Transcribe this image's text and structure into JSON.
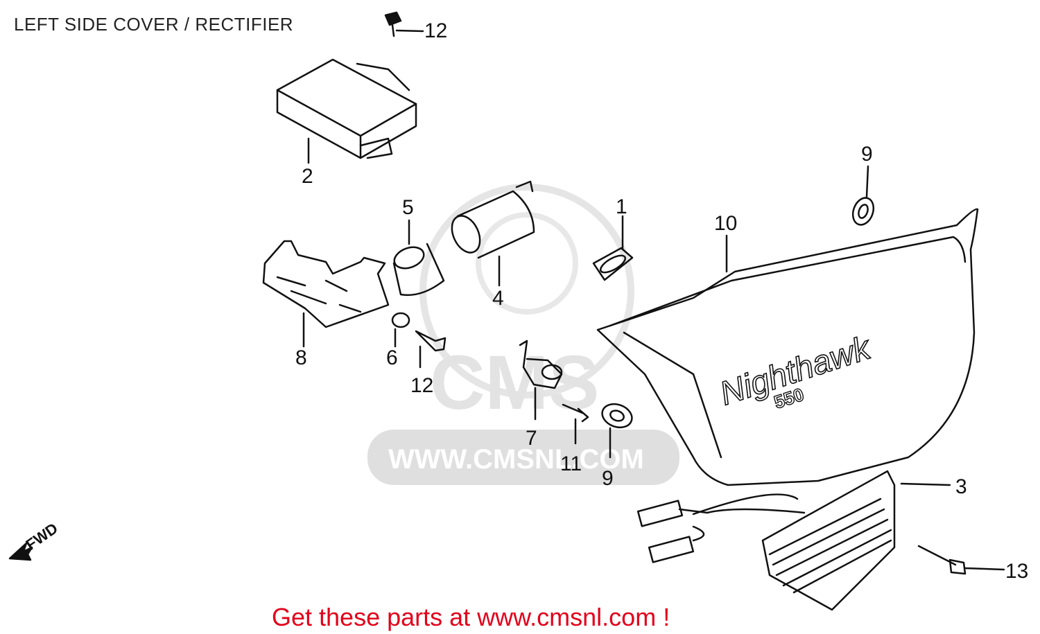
{
  "diagram": {
    "title": "LEFT SIDE COVER / RECTIFIER",
    "direction_label": "FWD",
    "cover_badge": "Nighthawk",
    "cover_badge_sub": "550",
    "watermark": "WWW.CMSNL.COM",
    "watermark_logo": "CMS",
    "callouts": [
      "12",
      "2",
      "5",
      "4",
      "1",
      "10",
      "9",
      "8",
      "6",
      "12",
      "7",
      "11",
      "9",
      "3",
      "13"
    ],
    "banner": "Get these parts at www.cmsnl.com !",
    "colors": {
      "line": "#111111",
      "banner": "#e2001a",
      "watermark": "#d9d9d9"
    }
  }
}
